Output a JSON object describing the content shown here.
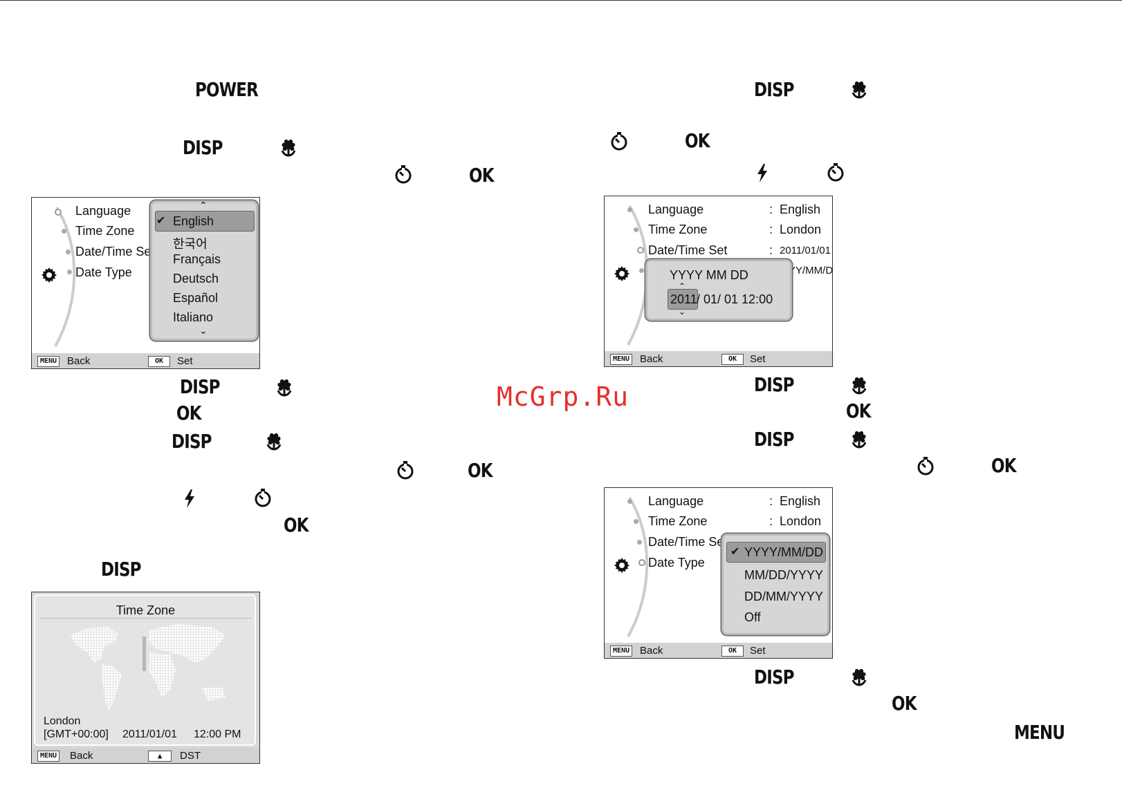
{
  "instruction_keys": {
    "power": "POWER",
    "disp": "DISP",
    "ok": "OK",
    "menu": "MENU"
  },
  "icons": {
    "macro": "macro-flower-icon",
    "timer": "self-timer-icon",
    "flash": "flash-icon",
    "gear": "settings-gear-icon"
  },
  "watermark": "McGrp.Ru",
  "screen_language": {
    "menu_items": [
      "Language",
      "Time Zone",
      "Date/Time Set",
      "Date Type"
    ],
    "options": [
      "English",
      "한국어",
      "Français",
      "Deutsch",
      "Español",
      "Italiano"
    ],
    "selected": "English",
    "footer_back_key": "MENU",
    "footer_back": "Back",
    "footer_set_key": "OK",
    "footer_set": "Set"
  },
  "screen_timezone": {
    "title": "Time Zone",
    "city": "London",
    "gmt": "[GMT+00:00]",
    "date": "2011/01/01",
    "time": "12:00 PM",
    "footer_back_key": "MENU",
    "footer_back": "Back",
    "footer_dst": "DST"
  },
  "screen_datetime": {
    "rows": [
      {
        "label": "Language",
        "value": "English"
      },
      {
        "label": "Time Zone",
        "value": "London"
      },
      {
        "label": "Date/Time Set",
        "value": "2011/01/01"
      }
    ],
    "partial_value": "YY/MM/DD",
    "format_header": "YYYY  MM  DD",
    "year": "2011",
    "rest": "/ 01/ 01   12:00",
    "footer_back_key": "MENU",
    "footer_back": "Back",
    "footer_set_key": "OK",
    "footer_set": "Set"
  },
  "screen_datetype": {
    "rows": [
      {
        "label": "Language",
        "value": "English"
      },
      {
        "label": "Time Zone",
        "value": "London"
      },
      {
        "label": "Date/Time Se",
        "value": ""
      },
      {
        "label": "Date Type",
        "value": ""
      }
    ],
    "options": [
      "YYYY/MM/DD",
      "MM/DD/YYYY",
      "DD/MM/YYYY",
      "Off"
    ],
    "selected": "YYYY/MM/DD",
    "footer_back_key": "MENU",
    "footer_back": "Back",
    "footer_set_key": "OK",
    "footer_set": "Set"
  }
}
